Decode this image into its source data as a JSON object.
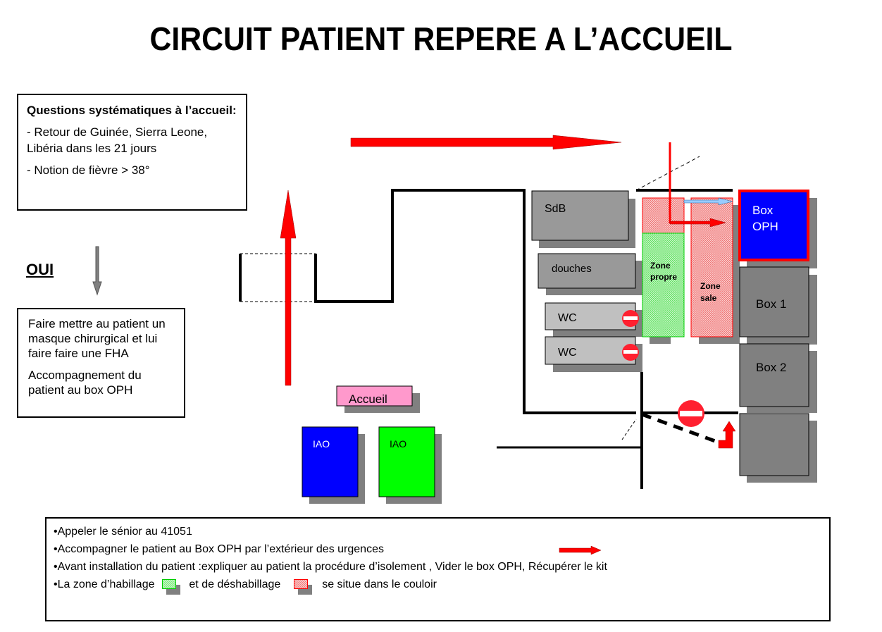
{
  "title": "CIRCUIT PATIENT REPERE A L’ACCUEIL",
  "questions_box": {
    "heading": "Questions systématiques à l’accueil:",
    "items": [
      "- Retour de Guinée, Sierra Leone, Libéria dans les 21 jours",
      "- Notion de fièvre > 38°"
    ]
  },
  "decision_label": "OUI",
  "action_box": {
    "paragraphs": [
      "Faire mettre au patient un masque chirurgical et lui faire faire une FHA",
      "Accompagnement du patient au box OPH"
    ]
  },
  "floor_plan": {
    "rooms": {
      "sdb": "SdB",
      "douches": "douches",
      "wc1": "WC",
      "wc2": "WC",
      "zone_propre": [
        "Zone",
        "propre"
      ],
      "zone_sale": [
        "Zone",
        "sale"
      ],
      "box_oph": [
        "Box",
        "OPH"
      ],
      "box1": "Box 1",
      "box2": "Box 2",
      "box3": "",
      "accueil": "Accueil",
      "iao1": "IAO",
      "iao2": "IAO"
    },
    "colors": {
      "route_arrow": "#ff0000",
      "box_oph_fill": "#0000ff",
      "box_oph_border": "#ff0000",
      "iao1_fill": "#0000ff",
      "iao2_fill": "#00ff00",
      "accueil_fill": "#ff99cc",
      "zone_propre": "#66ff66",
      "zone_sale": "#ff6666",
      "room_gray": "#999999",
      "box_gray": "#808080",
      "wc_gray": "#c0c0c0",
      "no_entry": "#ff2030",
      "light_blue_arrow": "#99ccff"
    }
  },
  "instructions": {
    "lines": [
      "•Appeler le sénior au 41051",
      "•Accompagner le patient au Box OPH par l’extérieur des urgences",
      "•Avant installation du patient :expliquer au patient la procédure d’isolement , Vider le box OPH, Récupérer le kit"
    ],
    "legend_line": {
      "part1": "•La zone d’habillage",
      "part2": "et de déshabillage",
      "part3": "se situe dans le couloir"
    }
  }
}
